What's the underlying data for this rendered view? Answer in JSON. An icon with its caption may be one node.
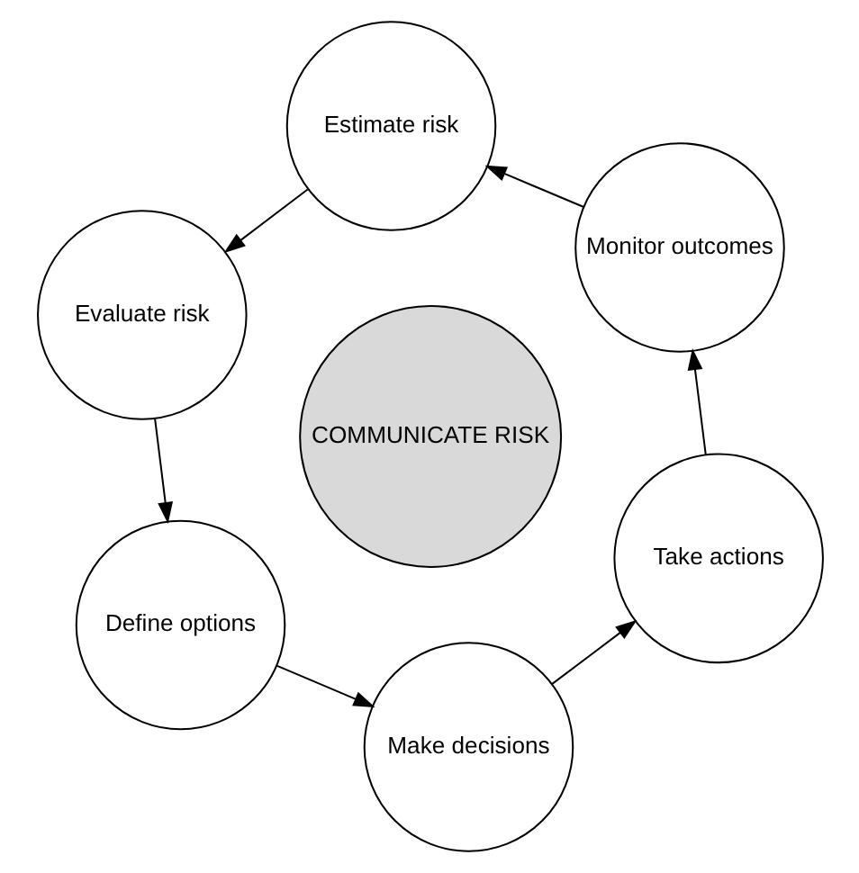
{
  "diagram": {
    "nodes": [
      {
        "text": [
          "Estimate risk"
        ]
      },
      {
        "text": [
          "Monitor outcomes"
        ]
      },
      {
        "text": [
          "Evaluate risk"
        ]
      },
      {
        "text": [
          "COMMUNICATE RISK"
        ]
      },
      {
        "text": [
          "Take actions"
        ]
      },
      {
        "text": [
          "Define options"
        ]
      },
      {
        "text": [
          "Make decisions"
        ]
      }
    ],
    "edges": [
      {
        "from": 0,
        "to": 2,
        "arrow": "to"
      },
      {
        "from": 2,
        "to": 5,
        "arrow": "to"
      },
      {
        "from": 5,
        "to": 6,
        "arrow": "to"
      },
      {
        "from": 6,
        "to": 4,
        "arrow": "to"
      },
      {
        "from": 4,
        "to": 1,
        "arrow": "to"
      },
      {
        "from": 1,
        "to": 0,
        "arrow": "to"
      }
    ]
  }
}
